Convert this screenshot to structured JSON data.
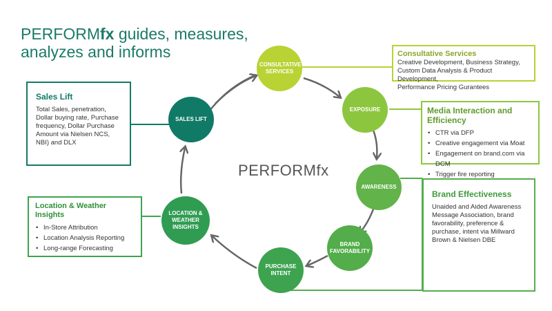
{
  "title": {
    "prefix": "PERFORM",
    "bold": "fx",
    "line1_rest": " guides, measures,",
    "line2": "analyzes and informs"
  },
  "center": {
    "label": "PERFORMfx"
  },
  "nodes": {
    "consultative": {
      "label": "CONSULTATIVE SERVICES",
      "color": "#b9d234"
    },
    "exposure": {
      "label": "EXPOSURE",
      "color": "#8cc63f"
    },
    "awareness": {
      "label": "AWARENESS",
      "color": "#62b34a"
    },
    "brand": {
      "label": "BRAND FAVORABILITY",
      "color": "#53ad4a"
    },
    "purchase": {
      "label": "PURCHASE INTENT",
      "color": "#3da34f"
    },
    "location": {
      "label": "LOCATION & WEATHER INSIGHTS",
      "color": "#2f9c52"
    },
    "sales": {
      "label": "SALES LIFT",
      "color": "#117a66"
    }
  },
  "boxes": {
    "consultative": {
      "title": "Consultative Services",
      "lines": [
        "Creative Development, Business Strategy,",
        "Custom Data Analysis & Product Development,",
        "Performance Pricing Gurantees"
      ],
      "color": "#b9d234"
    },
    "media": {
      "title": "Media Interaction and Efficiency",
      "items": [
        "CTR via DFP",
        "Creative engagement via Moat",
        "Engagement on brand.com via DCM",
        "Trigger fire reporting"
      ],
      "color": "#8cc63f"
    },
    "brand": {
      "title": "Brand Effectiveness",
      "lines": [
        "Unaided and Aided Awareness",
        "Message Association, brand",
        "favorability, preference &",
        "purchase, intent via Millward",
        "Brown & Nielsen DBE"
      ],
      "color": "#53ad4a"
    },
    "sales": {
      "title": "Sales Lift",
      "lines": [
        "Total Sales, penetration,",
        "Dollar buying rate, Purchase",
        "frequency, Dollar Purchase",
        "Amount via Nielsen NCS,",
        "NBI) and DLX"
      ],
      "color": "#117a66"
    },
    "location": {
      "title": "Location & Weather Insights",
      "items": [
        "In-Store Attribution",
        "Location Analysis Reporting",
        "Long-range Forecasting"
      ],
      "color": "#3da34f"
    }
  }
}
